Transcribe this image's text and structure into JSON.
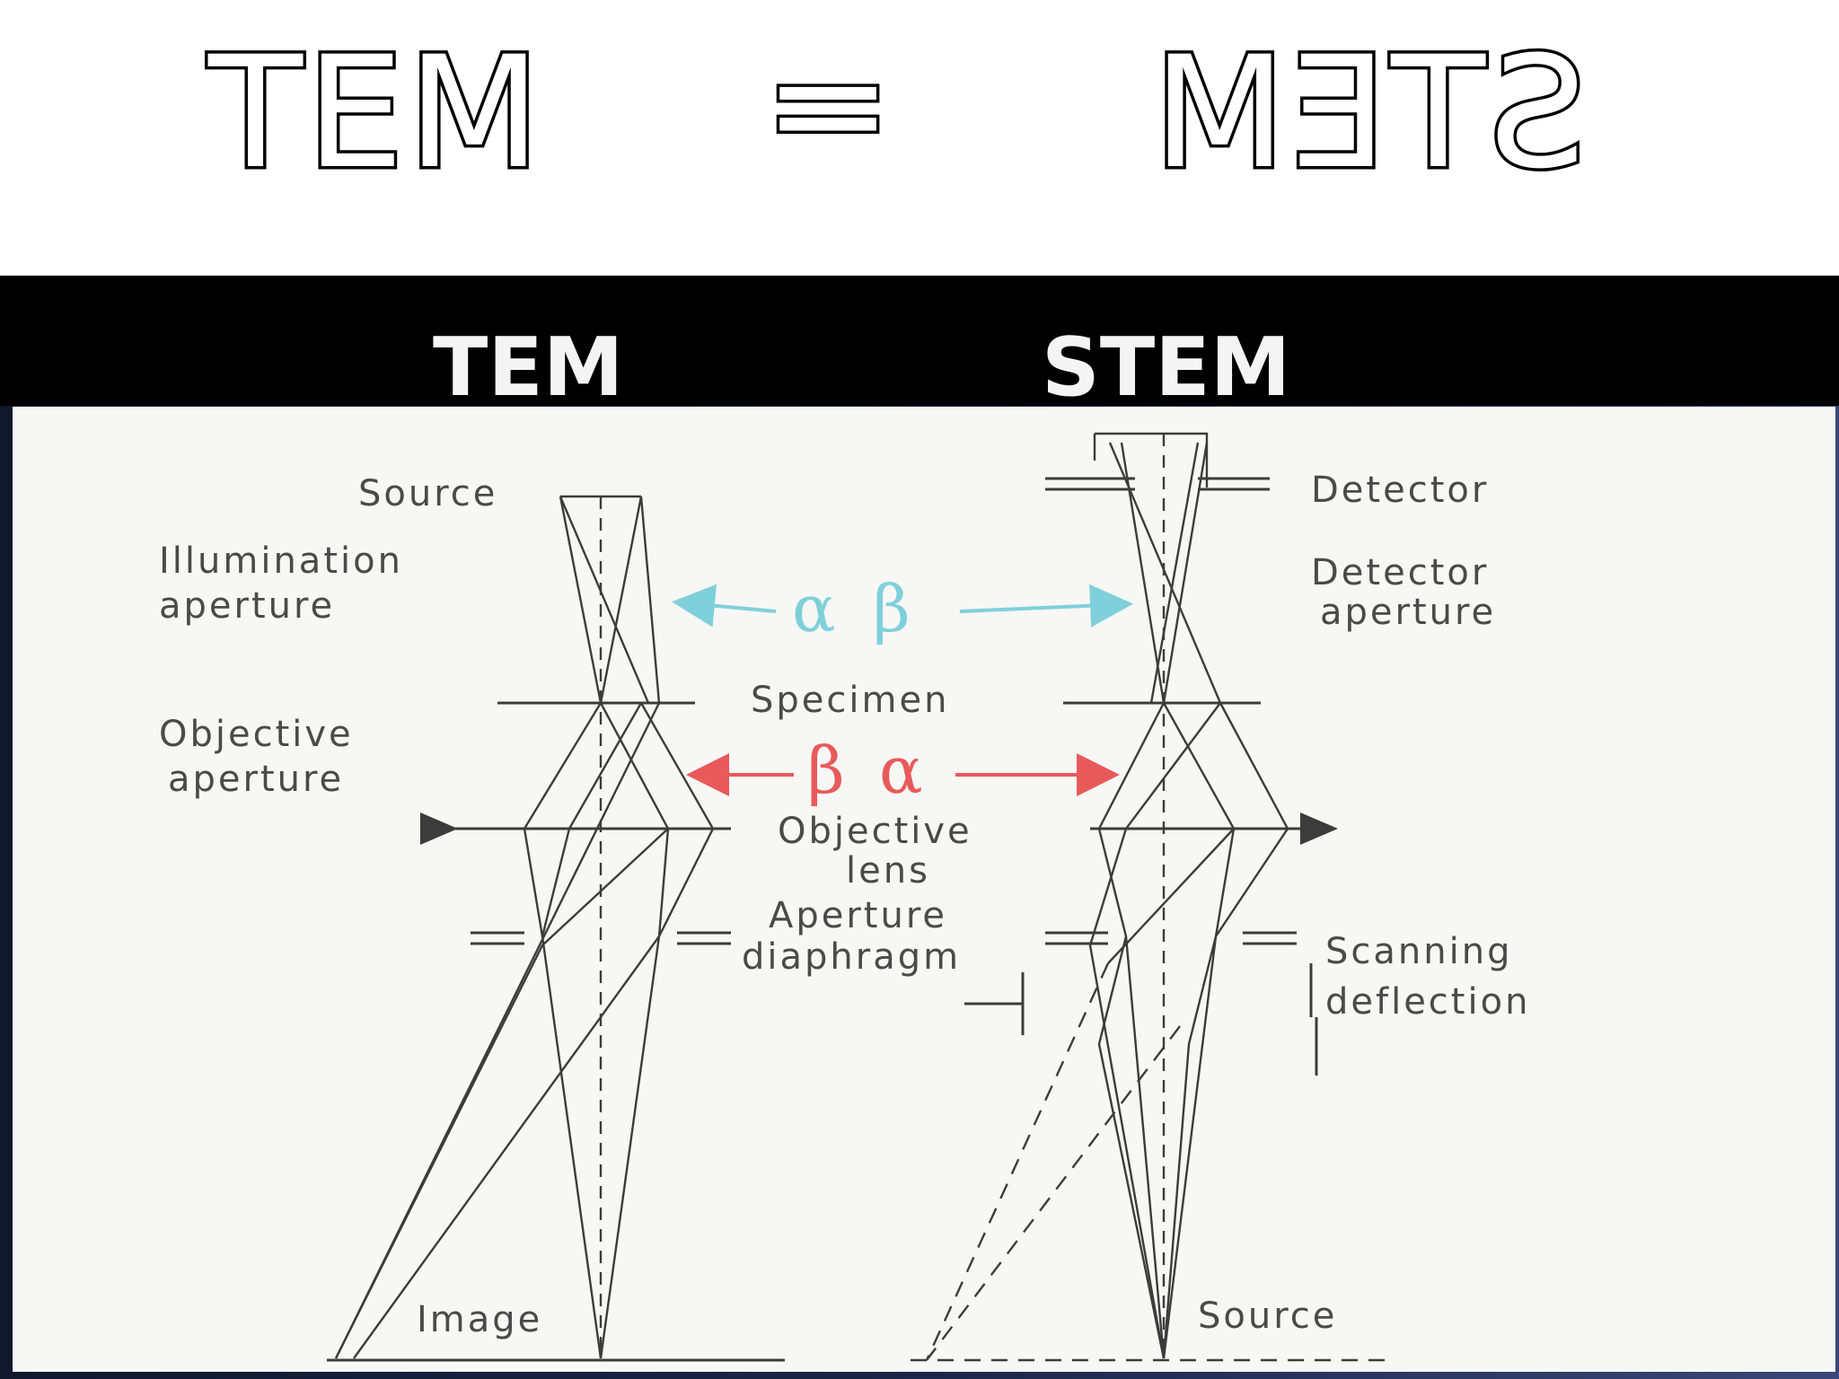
{
  "heading": {
    "left": "TEM",
    "equals": "=",
    "right": "STEM"
  },
  "slide": {
    "tem_label": "TEM",
    "stem_label": "STEM",
    "labels": {
      "source_top": "Source",
      "illumination": "Illumination",
      "illumination_2": "aperture",
      "objective_aperture": "Objective",
      "objective_aperture_2": "aperture",
      "specimen": "Specimen",
      "objective_lens": "Objective",
      "objective_lens_2": "lens",
      "aperture_diaphragm": "Aperture",
      "aperture_diaphragm_2": "diaphragm",
      "image": "Image",
      "detector": "Detector",
      "detector_aperture": "Detector",
      "detector_aperture_2": "aperture",
      "scanning": "Scanning",
      "scanning_2": "deflection",
      "source_bottom": "Source"
    },
    "greek_blue": {
      "alpha": "α",
      "beta": "β"
    },
    "greek_red": {
      "beta": "β",
      "alpha": "α"
    },
    "colors": {
      "blue": "#7fd0da",
      "red": "#e85a5a"
    }
  }
}
